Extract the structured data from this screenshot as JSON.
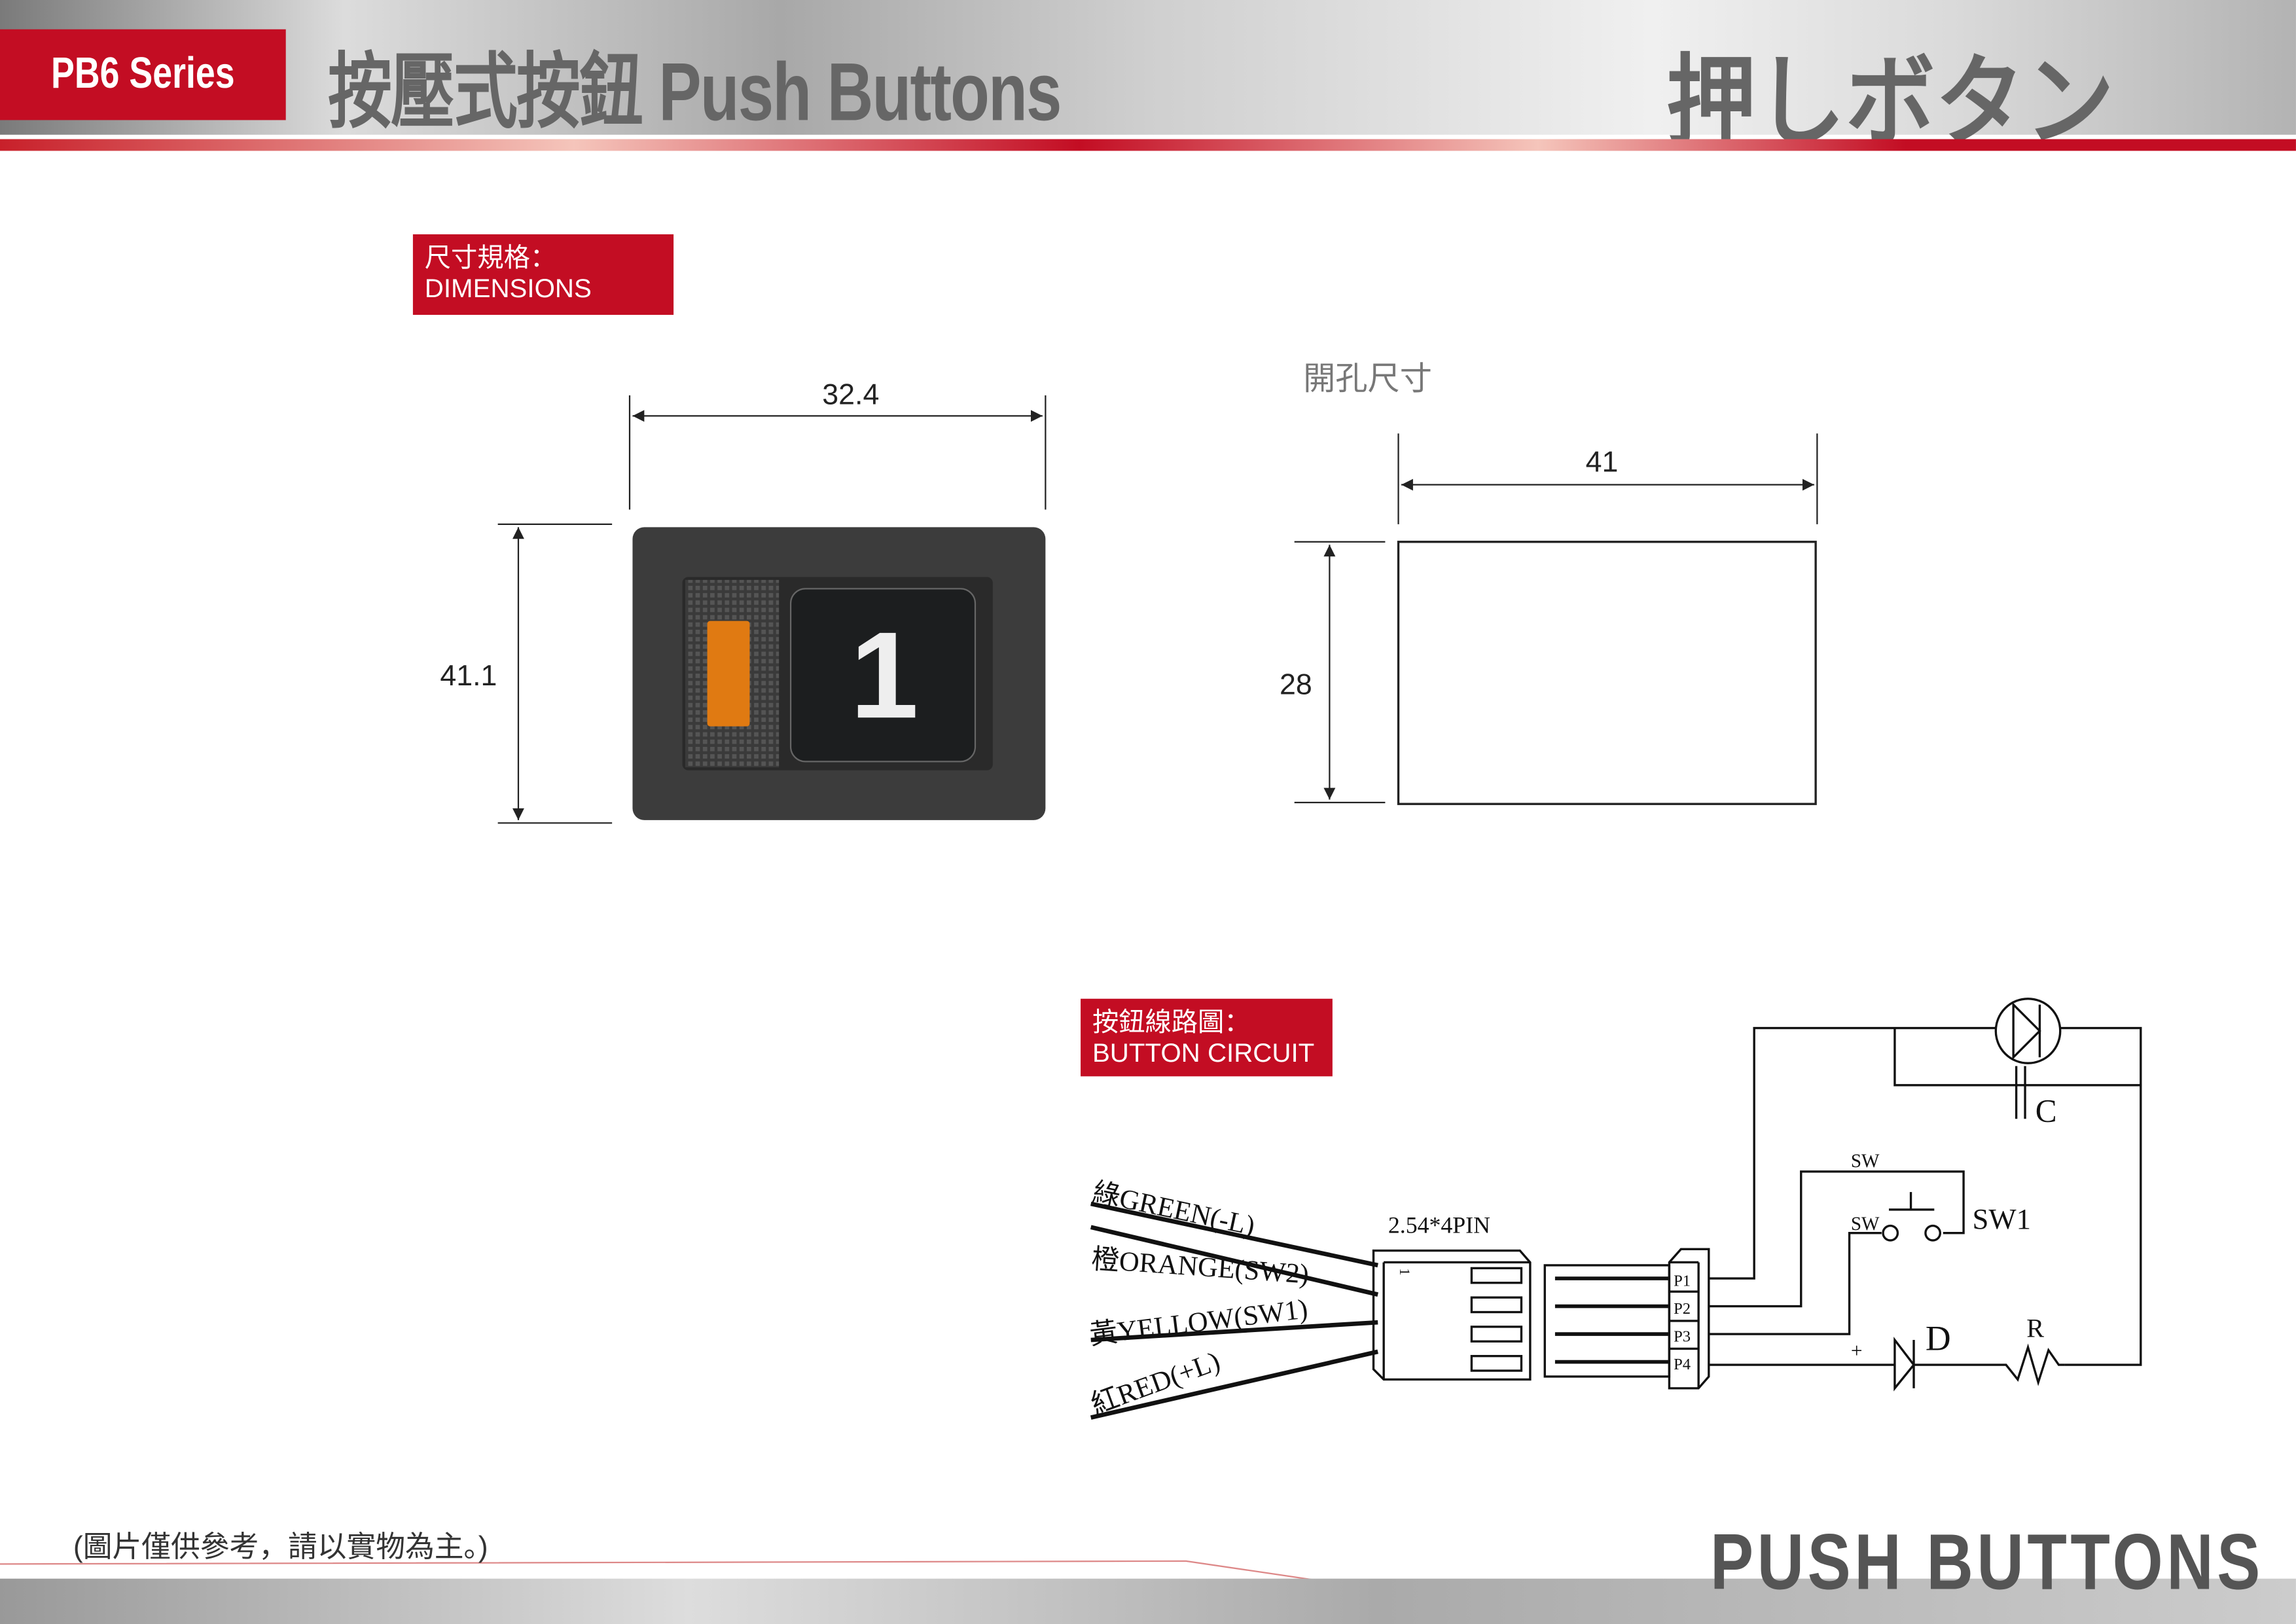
{
  "header": {
    "series": "PB6 Series",
    "title": "按壓式按鈕 Push Buttons",
    "title_jp": "押しボタン"
  },
  "dimensions": {
    "label_cn": "尺寸規格：",
    "label_en": "DIMENSIONS",
    "width": "32.4",
    "height": "41.1",
    "button_digit": "1",
    "cutout_label": "開孔尺寸",
    "cutout_width": "41",
    "cutout_height": "28"
  },
  "circuit": {
    "label_cn": "按鈕線路圖：",
    "label_en": "BUTTON CIRCUIT",
    "wires": [
      "綠GREEN(-L)",
      "橙ORANGE(SW2)",
      "黃YELLOW(SW1)",
      "紅RED(+L)"
    ],
    "connector": "2.54*4PIN",
    "pin_mark": "1",
    "pins": [
      "P1",
      "P2",
      "P3",
      "P4"
    ],
    "sw_top": "SW",
    "sw_left": "SW",
    "sw1": "SW1",
    "cap": "C",
    "diode": "D",
    "resistor": "R",
    "plus": "+"
  },
  "footer": {
    "note": "(圖片僅供參考，請以實物為主。)",
    "brand": "PUSH BUTTONS"
  },
  "colors": {
    "brand_red": "#c30d23",
    "header_gray": "#666666"
  }
}
